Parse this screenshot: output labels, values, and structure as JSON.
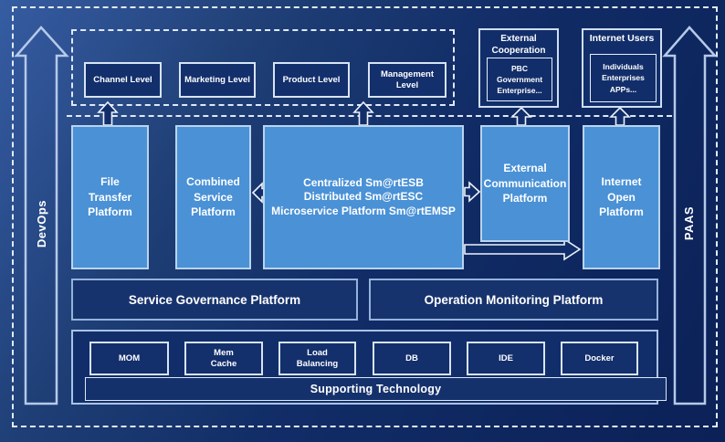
{
  "frame": {
    "devops_label": "DevOps",
    "paas_label": "PAAS"
  },
  "levels_row": {
    "items": [
      "Channel Level",
      "Marketing Level",
      "Product Level",
      "Management Level"
    ]
  },
  "external_cooperation": {
    "title": "External\nCooperation",
    "content": "PBC Government\nEnterprise..."
  },
  "internet_users": {
    "title": "Internet Users",
    "content": "Individuals\nEnterprises\nAPPs..."
  },
  "service_platforms": {
    "file_transfer": "File\nTransfer\nPlatform",
    "combined_service": "Combined\nService\nPlatform",
    "esb_core": "Centralized Sm@rtESB\nDistributed Sm@rtESC\nMicroservice Platform Sm@rtEMSP",
    "external_communication": "External\nCommunication\nPlatform",
    "internet_open": "Internet\nOpen\nPlatform"
  },
  "governance_row": {
    "service_governance": "Service Governance Platform",
    "operation_monitoring": "Operation Monitoring Platform"
  },
  "supporting": {
    "title": "Supporting Technology",
    "items": [
      "MOM",
      "Mem\nCache",
      "Load\nBalancing",
      "DB",
      "IDE",
      "Docker"
    ]
  },
  "colors": {
    "background_navy": "#112c66",
    "platform_blue": "#4a91d6",
    "light_border": "#b9d4ee",
    "panel_navy": "#17336d",
    "dashed_line": "#dfe8f5"
  }
}
